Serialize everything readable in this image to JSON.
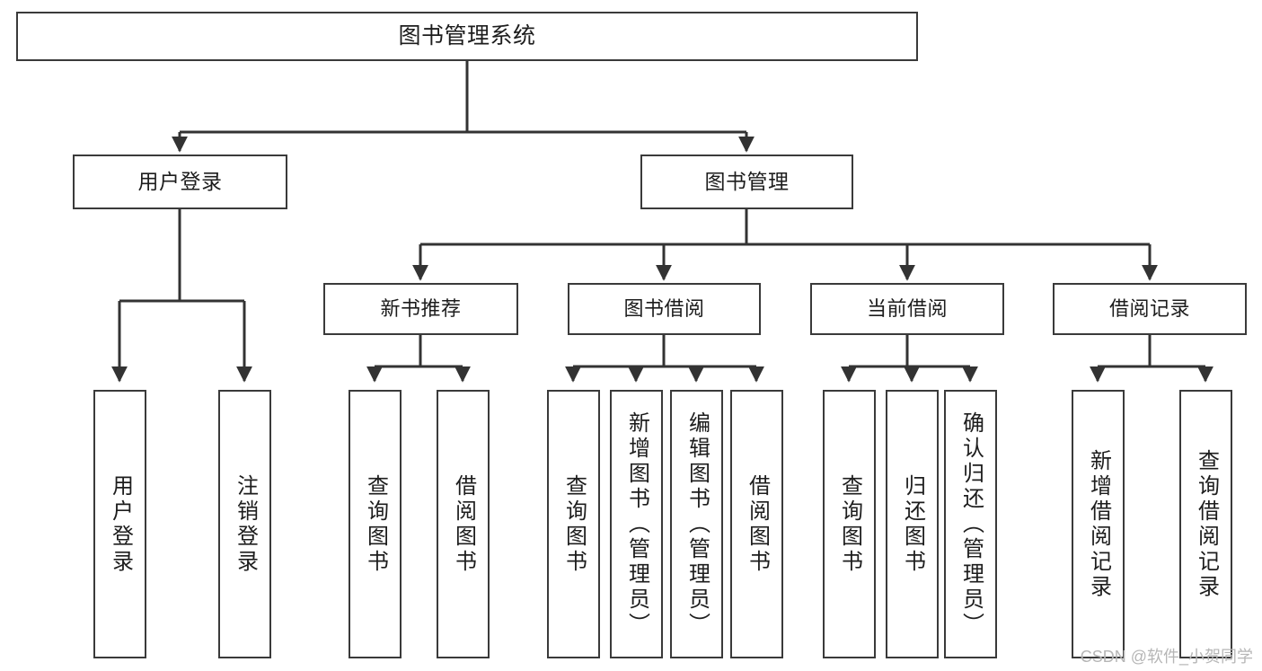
{
  "diagram": {
    "title": "图书管理系统",
    "type": "tree-hierarchy-chart",
    "watermark": "CSDN @软件_小贺同学",
    "colors": {
      "box_border": "#3a3a3a",
      "box_fill": "#ffffff",
      "connector": "#333333",
      "text": "#1d1d1d",
      "watermark": "#b6b6b6",
      "background": "#ffffff"
    },
    "root": {
      "label": "图书管理系统"
    },
    "level1": [
      {
        "label": "用户登录"
      },
      {
        "label": "图书管理"
      }
    ],
    "level2": [
      {
        "label": "新书推荐"
      },
      {
        "label": "图书借阅"
      },
      {
        "label": "当前借阅"
      },
      {
        "label": "借阅记录"
      }
    ],
    "leaves": {
      "user_login": [
        {
          "label": "用户登录"
        },
        {
          "label": "注销登录"
        }
      ],
      "new_book_recommend": [
        {
          "label": "查询图书"
        },
        {
          "label": "借阅图书"
        }
      ],
      "book_borrow": [
        {
          "label": "查询图书"
        },
        {
          "label": "新增图书（管理员）"
        },
        {
          "label": "编辑图书（管理员）"
        },
        {
          "label": "借阅图书"
        }
      ],
      "current_borrow": [
        {
          "label": "查询图书"
        },
        {
          "label": "归还图书"
        },
        {
          "label": "确认归还（管理员）"
        }
      ],
      "borrow_record": [
        {
          "label": "新增借阅记录"
        },
        {
          "label": "查询借阅记录"
        }
      ]
    }
  }
}
